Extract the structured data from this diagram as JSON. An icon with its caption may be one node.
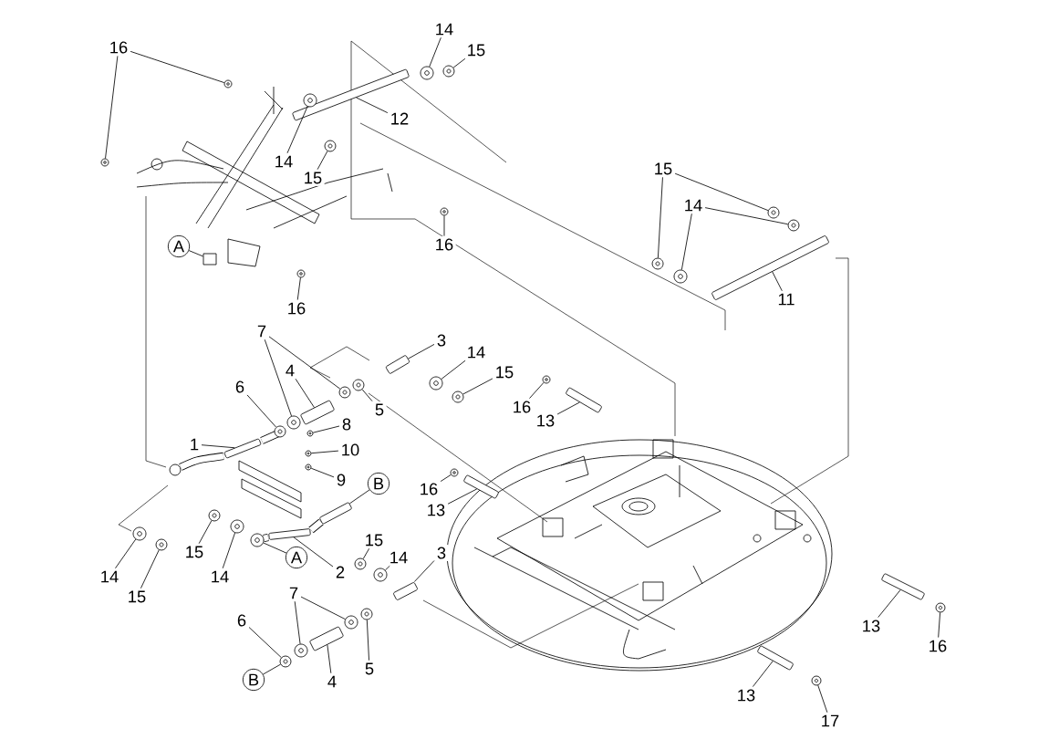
{
  "diagram": {
    "nodes": [
      {
        "text": [
          "16"
        ]
      },
      {
        "text": [
          "14"
        ]
      },
      {
        "text": [
          "15"
        ]
      },
      {
        "text": [
          "12"
        ]
      },
      {
        "text": [
          "14"
        ]
      },
      {
        "text": [
          "15"
        ]
      },
      {
        "text": [
          "16"
        ]
      },
      {
        "text": [
          "15"
        ]
      },
      {
        "text": [
          "14"
        ]
      },
      {
        "text": [
          "A"
        ]
      },
      {
        "text": [
          "16"
        ]
      },
      {
        "text": [
          "11"
        ]
      },
      {
        "text": [
          "7"
        ]
      },
      {
        "text": [
          "3"
        ]
      },
      {
        "text": [
          "4"
        ]
      },
      {
        "text": [
          "14"
        ]
      },
      {
        "text": [
          "15"
        ]
      },
      {
        "text": [
          "6"
        ]
      },
      {
        "text": [
          "5"
        ]
      },
      {
        "text": [
          "16"
        ]
      },
      {
        "text": [
          "8"
        ]
      },
      {
        "text": [
          "13"
        ]
      },
      {
        "text": [
          "1"
        ]
      },
      {
        "text": [
          "10"
        ]
      },
      {
        "text": [
          "9"
        ]
      },
      {
        "text": [
          "B"
        ]
      },
      {
        "text": [
          "16"
        ]
      },
      {
        "text": [
          "13"
        ]
      },
      {
        "text": [
          "15"
        ]
      },
      {
        "text": [
          "14"
        ]
      },
      {
        "text": [
          "3"
        ]
      },
      {
        "text": [
          "15"
        ]
      },
      {
        "text": [
          "14"
        ]
      },
      {
        "text": [
          "2"
        ]
      },
      {
        "text": [
          "A"
        ]
      },
      {
        "text": [
          "14"
        ]
      },
      {
        "text": [
          "15"
        ]
      },
      {
        "text": [
          "7"
        ]
      },
      {
        "text": [
          "6"
        ]
      },
      {
        "text": [
          "5"
        ]
      },
      {
        "text": [
          "4"
        ]
      },
      {
        "text": [
          "B"
        ]
      },
      {
        "text": [
          "13"
        ]
      },
      {
        "text": [
          "16"
        ]
      },
      {
        "text": [
          "13"
        ]
      },
      {
        "text": [
          "17"
        ]
      },
      {
        "text": [],
        "shape": "circle"
      },
      {
        "text": [],
        "shape": "circle"
      },
      {
        "text": [],
        "shape": "circle"
      },
      {
        "text": [],
        "shape": "circle"
      },
      {
        "text": [],
        "shape": "bar"
      },
      {
        "text": [],
        "shape": "circle"
      },
      {
        "text": [],
        "shape": "circle"
      },
      {
        "text": [],
        "shape": "circle"
      },
      {
        "text": [],
        "shape": "circle"
      },
      {
        "text": [],
        "shape": "circle"
      },
      {
        "text": [],
        "shape": "circle"
      },
      {
        "text": [],
        "shape": "circle"
      },
      {
        "text": [],
        "shape": "box"
      },
      {
        "text": [],
        "shape": "circle"
      },
      {
        "text": [],
        "shape": "bar"
      },
      {
        "text": [],
        "shape": "circle"
      },
      {
        "text": [],
        "shape": "circle"
      },
      {
        "text": [],
        "shape": "bar"
      },
      {
        "text": [],
        "shape": "bar"
      },
      {
        "text": [],
        "shape": "circle"
      },
      {
        "text": [],
        "shape": "circle"
      },
      {
        "text": [],
        "shape": "circle"
      },
      {
        "text": [],
        "shape": "circle"
      },
      {
        "text": [],
        "shape": "circle"
      },
      {
        "text": [],
        "shape": "circle"
      },
      {
        "text": [],
        "shape": "bar"
      },
      {
        "text": [],
        "shape": "bar"
      },
      {
        "text": [],
        "shape": "circle"
      },
      {
        "text": [],
        "shape": "circle"
      },
      {
        "text": [],
        "shape": "bar"
      },
      {
        "text": [],
        "shape": "circle"
      },
      {
        "text": [],
        "shape": "bar"
      },
      {
        "text": [],
        "shape": "circle"
      },
      {
        "text": [],
        "shape": "circle"
      },
      {
        "text": [],
        "shape": "bar"
      },
      {
        "text": [],
        "shape": "circle"
      },
      {
        "text": [],
        "shape": "circle"
      },
      {
        "text": [],
        "shape": "bar"
      },
      {
        "text": [],
        "shape": "circle"
      },
      {
        "text": [],
        "shape": "circle"
      },
      {
        "text": [],
        "shape": "circle"
      },
      {
        "text": [],
        "shape": "circle"
      },
      {
        "text": [],
        "shape": "circle"
      },
      {
        "text": [],
        "shape": "circle"
      },
      {
        "text": [],
        "shape": "circle"
      },
      {
        "text": [],
        "shape": "bar"
      },
      {
        "text": [],
        "shape": "bar"
      },
      {
        "text": [],
        "shape": "circle"
      },
      {
        "text": [],
        "shape": "bar"
      },
      {
        "text": [],
        "shape": "circle"
      }
    ],
    "edges": [
      {
        "from": 0,
        "to": 46,
        "arrow": "none"
      },
      {
        "from": 0,
        "to": 47,
        "arrow": "none"
      },
      {
        "from": 1,
        "to": 48,
        "arrow": "none"
      },
      {
        "from": 2,
        "to": 49,
        "arrow": "none"
      },
      {
        "from": 3,
        "to": 50,
        "arrow": "none"
      },
      {
        "from": 4,
        "to": 51,
        "arrow": "none"
      },
      {
        "from": 5,
        "to": 52,
        "arrow": "none"
      },
      {
        "from": 6,
        "to": 53,
        "arrow": "none"
      },
      {
        "from": 7,
        "to": 54,
        "arrow": "none"
      },
      {
        "from": 7,
        "to": 55,
        "arrow": "none"
      },
      {
        "from": 8,
        "to": 56,
        "arrow": "none"
      },
      {
        "from": 8,
        "to": 57,
        "arrow": "none"
      },
      {
        "from": 9,
        "to": 58,
        "arrow": "none"
      },
      {
        "from": 10,
        "to": 59,
        "arrow": "none"
      },
      {
        "from": 11,
        "to": 60,
        "arrow": "none"
      },
      {
        "from": 12,
        "to": 61,
        "arrow": "none"
      },
      {
        "from": 12,
        "to": 62,
        "arrow": "none"
      },
      {
        "from": 13,
        "to": 63,
        "arrow": "none"
      },
      {
        "from": 14,
        "to": 64,
        "arrow": "none"
      },
      {
        "from": 15,
        "to": 65,
        "arrow": "none"
      },
      {
        "from": 16,
        "to": 66,
        "arrow": "none"
      },
      {
        "from": 17,
        "to": 67,
        "arrow": "none"
      },
      {
        "from": 18,
        "to": 68,
        "arrow": "none"
      },
      {
        "from": 19,
        "to": 69,
        "arrow": "none"
      },
      {
        "from": 20,
        "to": 70,
        "arrow": "none"
      },
      {
        "from": 21,
        "to": 71,
        "arrow": "none"
      },
      {
        "from": 22,
        "to": 72,
        "arrow": "none"
      },
      {
        "from": 23,
        "to": 73,
        "arrow": "none"
      },
      {
        "from": 24,
        "to": 74,
        "arrow": "none"
      },
      {
        "from": 25,
        "to": 75,
        "arrow": "none"
      },
      {
        "from": 26,
        "to": 76,
        "arrow": "none"
      },
      {
        "from": 27,
        "to": 77,
        "arrow": "none"
      },
      {
        "from": 28,
        "to": 78,
        "arrow": "none"
      },
      {
        "from": 29,
        "to": 79,
        "arrow": "none"
      },
      {
        "from": 30,
        "to": 80,
        "arrow": "none"
      },
      {
        "from": 31,
        "to": 81,
        "arrow": "none"
      },
      {
        "from": 32,
        "to": 82,
        "arrow": "none"
      },
      {
        "from": 33,
        "to": 83,
        "arrow": "none"
      },
      {
        "from": 34,
        "to": 84,
        "arrow": "none"
      },
      {
        "from": 35,
        "to": 85,
        "arrow": "none"
      },
      {
        "from": 36,
        "to": 86,
        "arrow": "none"
      },
      {
        "from": 37,
        "to": 87,
        "arrow": "none"
      },
      {
        "from": 37,
        "to": 88,
        "arrow": "none"
      },
      {
        "from": 38,
        "to": 89,
        "arrow": "none"
      },
      {
        "from": 39,
        "to": 90,
        "arrow": "none"
      },
      {
        "from": 40,
        "to": 91,
        "arrow": "none"
      },
      {
        "from": 41,
        "to": 89,
        "arrow": "none"
      },
      {
        "from": 42,
        "to": 92,
        "arrow": "none"
      },
      {
        "from": 43,
        "to": 93,
        "arrow": "none"
      },
      {
        "from": 44,
        "to": 94,
        "arrow": "none"
      },
      {
        "from": 45,
        "to": 95,
        "arrow": "none"
      }
    ]
  }
}
